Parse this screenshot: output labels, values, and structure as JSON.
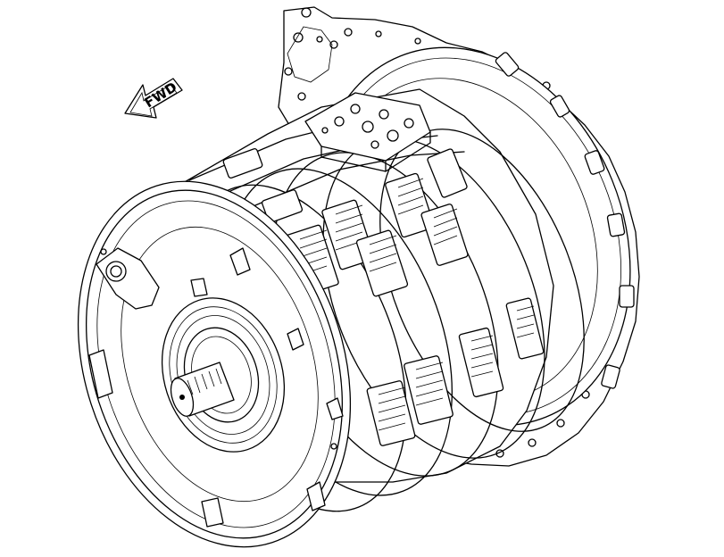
{
  "diagram": {
    "direction_label": "FWD",
    "colors": {
      "line": "#000000",
      "background": "#ffffff"
    },
    "parts": [
      "fwd-arrow",
      "rear-mounting-flange",
      "rear-housing-ring",
      "valve-block",
      "clutch-pack-housing",
      "clutch-spring-packs",
      "front-cover",
      "output-shaft-spline",
      "mounting-lugs"
    ]
  }
}
